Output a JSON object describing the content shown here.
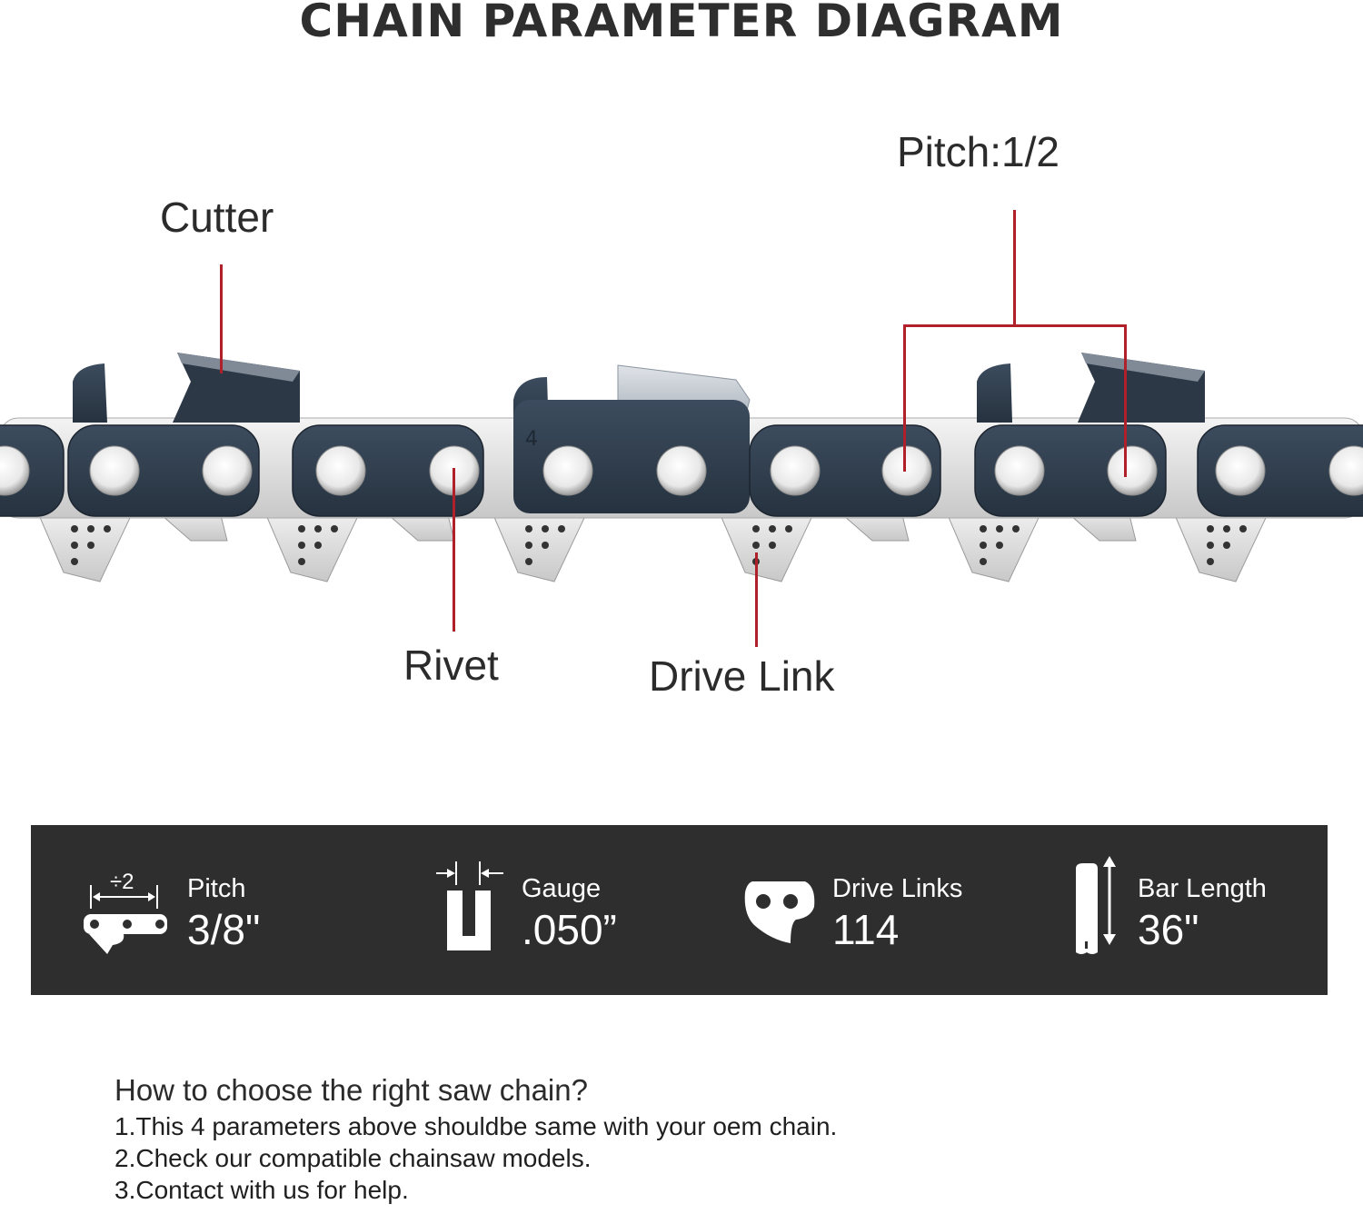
{
  "title": "CHAIN PARAMETER DIAGRAM",
  "diagram": {
    "labels": {
      "cutter": "Cutter",
      "pitch": "Pitch:1/2",
      "rivet": "Rivet",
      "drive_link": "Drive Link"
    },
    "leader_color": "#b0202a"
  },
  "specs": [
    {
      "icon": "pitch-chain-icon",
      "name": "Pitch",
      "value": "3/8\""
    },
    {
      "icon": "gauge-icon",
      "name": "Gauge",
      "value": ".050”"
    },
    {
      "icon": "drive-link-icon",
      "name": "Drive Links",
      "value": "114"
    },
    {
      "icon": "bar-length-icon",
      "name": "Bar Length",
      "value": "36\""
    }
  ],
  "spec_band_color": "#2e2e2e",
  "howto": {
    "heading": "How to choose the right saw chain?",
    "steps": [
      "1.This 4 parameters above shouldbe same with your oem chain.",
      "2.Check our compatible chainsaw models.",
      "3.Contact with us for help."
    ]
  }
}
